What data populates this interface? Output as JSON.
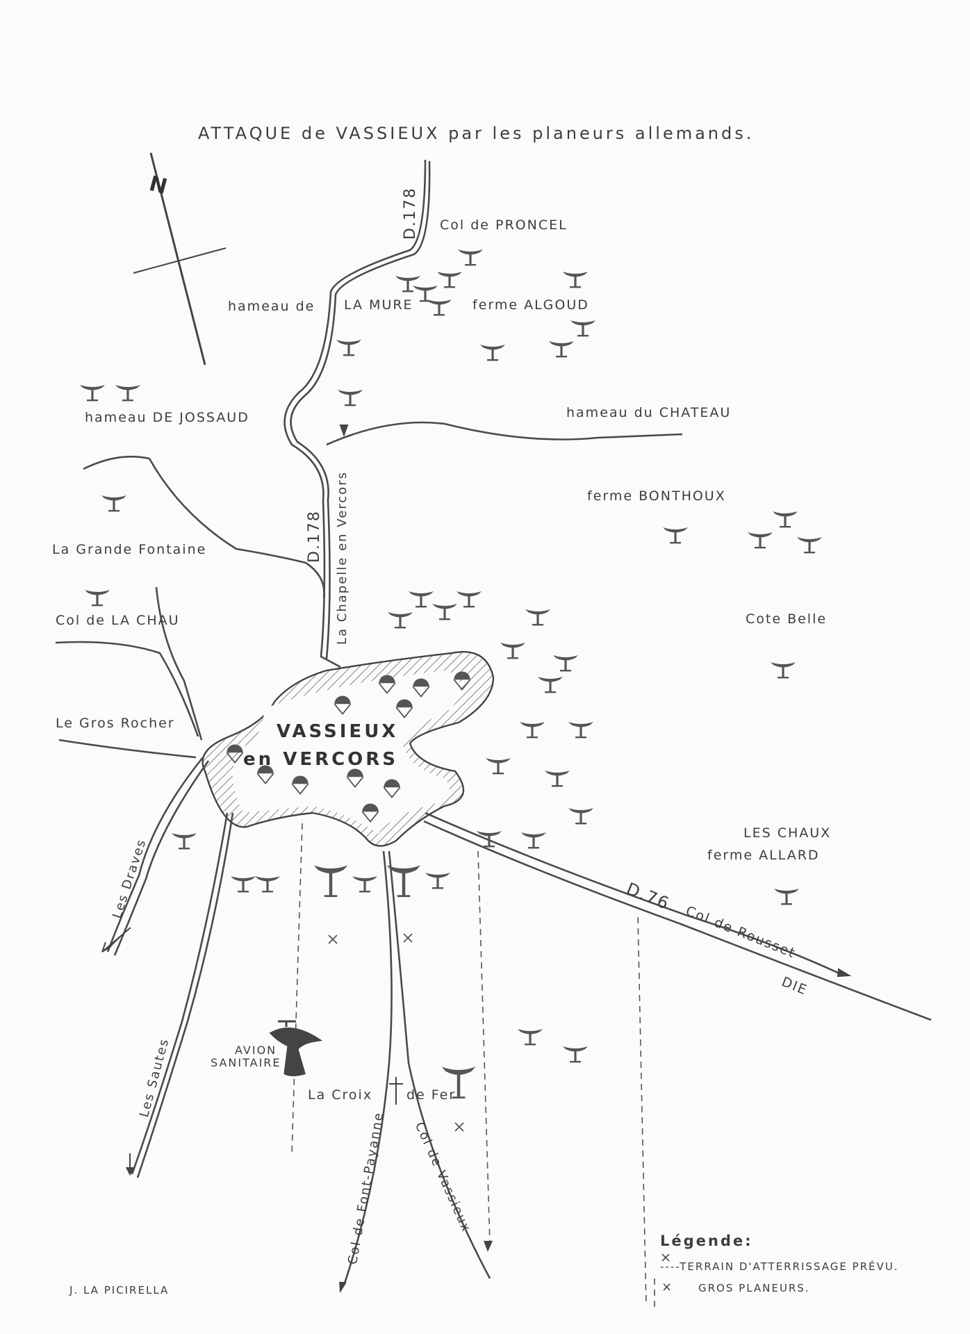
{
  "title": "ATTAQUE de VASSIEUX  par les planeurs allemands.",
  "north": "N",
  "places": {
    "col_proncel": "Col de PRONCEL",
    "hameau_de": "hameau de",
    "la_mure": "LA MURE",
    "ferme_algoud": "ferme ALGOUD",
    "jossaud": "hameau  DE JOSSAUD",
    "hameau_chateau": "hameau du CHATEAU",
    "ferme_bonthoux": "ferme BONTHOUX",
    "grande_fontaine": "La Grande Fontaine",
    "col_la_chau": "Col de LA CHAU",
    "cote_belle": "Cote Belle",
    "gros_rocher": "Le Gros Rocher",
    "vassieux_1": "VASSIEUX",
    "vassieux_2": "en VERCORS",
    "les_chaux": "LES CHAUX",
    "ferme_allard": "ferme ALLARD",
    "avion_1": "AVION",
    "avion_2": "SANITAIRE",
    "croix_1": "La Croix",
    "croix_2": "de Fer"
  },
  "roads": {
    "d178_top": "D.178",
    "d178_mid": "D.178",
    "chapelle": "La Chapelle en Vercors",
    "d76": "D.76",
    "col_rousset": "Col de Rousset",
    "die": "DIE",
    "les_draves": "Les Draves",
    "les_sautes": "Les Sautes",
    "font_payanne": "Col de Font-Payanne",
    "col_vassieux": "Col de Vassieux"
  },
  "legend": {
    "title": "Légende:",
    "terrain": "----TERRAIN D'ATTERRISSAGE PRÉVU.",
    "x_mark": "×",
    "gros": "GROS PLANEURS."
  },
  "credit": "J. LA PICIRELLA",
  "colors": {
    "ink": "#3a3a3a",
    "paper": "#fbfbfa"
  }
}
